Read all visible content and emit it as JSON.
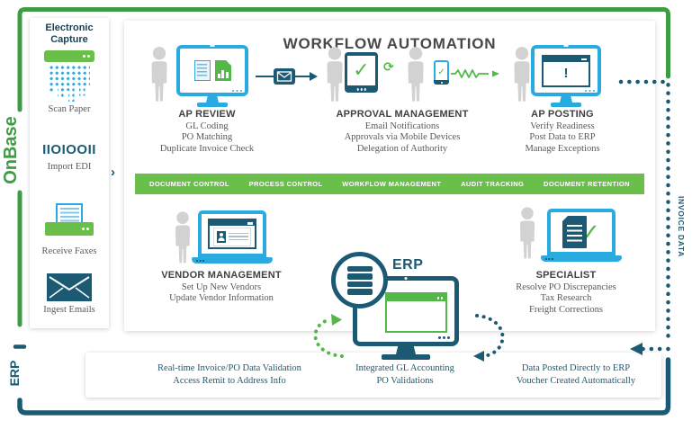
{
  "brand": {
    "onbase": "OnBase",
    "erp_frame": "ERP"
  },
  "sidebar": {
    "title": "Electronic Capture",
    "items": [
      {
        "icon": "scanner-icon",
        "label": "Scan Paper"
      },
      {
        "icon": "edi-binary-icon",
        "glyph": "IIOIOOII",
        "label": "Import EDI"
      },
      {
        "icon": "fax-icon",
        "label": "Receive Faxes"
      },
      {
        "icon": "email-envelope-icon",
        "label": "Ingest Emails"
      }
    ],
    "chevron": "›"
  },
  "workflow": {
    "title": "WORKFLOW AUTOMATION",
    "stations": {
      "ap_review": {
        "title": "AP REVIEW",
        "lines": [
          "GL Coding",
          "PO Matching",
          "Duplicate Invoice Check"
        ]
      },
      "approval_management": {
        "title": "APPROVAL MANAGEMENT",
        "lines": [
          "Email Notifications",
          "Approvals via Mobile Devices",
          "Delegation of Authority"
        ]
      },
      "ap_posting": {
        "title": "AP POSTING",
        "lines": [
          "Verify Readiness",
          "Post Data to ERP",
          "Manage Exceptions"
        ],
        "screen_glyph": "!"
      },
      "vendor_management": {
        "title": "VENDOR MANAGEMENT",
        "lines": [
          "Set Up New Vendors",
          "Update Vendor Information"
        ]
      },
      "specialist": {
        "title": "SPECIALIST",
        "lines": [
          "Resolve PO Discrepancies",
          "Tax Research",
          "Freight Corrections"
        ]
      }
    },
    "capability_bar": [
      "DOCUMENT CONTROL",
      "PROCESS CONTROL",
      "WORKFLOW MANAGEMENT",
      "AUDIT TRACKING",
      "DOCUMENT RETENTION"
    ],
    "erp_hub_label": "ERP",
    "check_glyph": "✓",
    "sync_glyph": "⟳"
  },
  "flow": {
    "invoice_data": "INVOICE DATA"
  },
  "erp_notes": [
    {
      "line1": "Real-time Invoice/PO Data Validation",
      "line2": "Access Remit to Address Info"
    },
    {
      "line1": "Integrated GL Accounting",
      "line2": "PO Validations"
    },
    {
      "line1": "Data Posted Directly to ERP",
      "line2": "Voucher Created Automatically"
    }
  ],
  "colors": {
    "green_frame": "#3f9c44",
    "green_bar": "#6abf4b",
    "green_accent": "#52b848",
    "teal_dark": "#1b5a72",
    "blue_device": "#29abe2",
    "person_gray": "#d2d2d2"
  }
}
